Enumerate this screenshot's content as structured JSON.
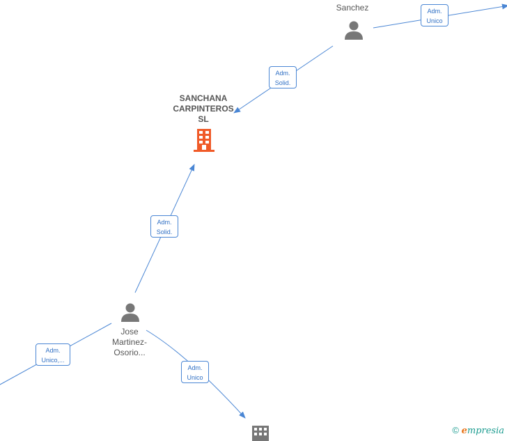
{
  "nodes": {
    "sanchez": {
      "label": "Sanchez"
    },
    "company": {
      "line1": "SANCHANA",
      "line2": "CARPINTEROS",
      "line3": "SL"
    },
    "jose": {
      "line1": "Jose",
      "line2": "Martinez-",
      "line3": "Osorio..."
    }
  },
  "edges": {
    "e1": {
      "line1": "Adm.",
      "line2": "Unico"
    },
    "e2": {
      "line1": "Adm.",
      "line2": "Solid."
    },
    "e3": {
      "line1": "Adm.",
      "line2": "Solid."
    },
    "e4": {
      "line1": "Adm.",
      "line2": "Unico,..."
    },
    "e5": {
      "line1": "Adm.",
      "line2": "Unico"
    }
  },
  "brand": {
    "copyright": "©",
    "e": "e",
    "rest": "mpresia"
  },
  "colors": {
    "edge": "#4a86d4",
    "company_icon": "#f05a28",
    "person_icon": "#777777",
    "company_gray": "#777777"
  }
}
